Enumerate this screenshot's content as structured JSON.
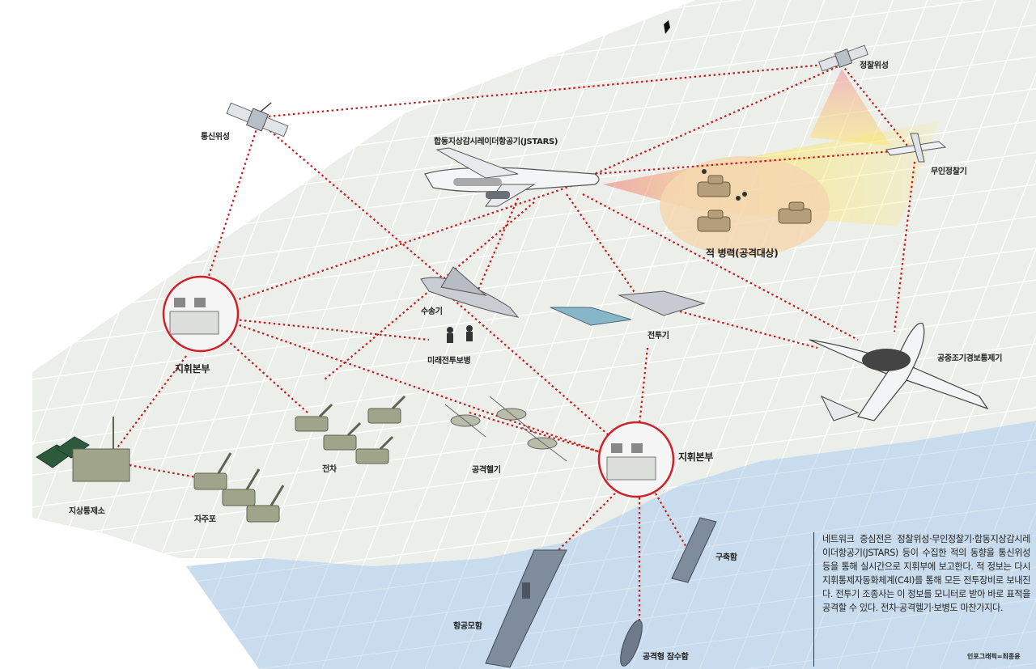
{
  "labels": {
    "recon_satellite": "정찰위성",
    "comm_satellite": "통신위성",
    "jstars": "합동지상감시레이더항공기(JSTARS)",
    "uav": "무인정찰기",
    "enemy_forces": "적 병력(공격대상)",
    "transport": "수송기",
    "fighter": "전투기",
    "future_soldier": "미래전투보병",
    "awacs": "공중조기경보통제기",
    "hq_left": "지휘본부",
    "hq_right": "지휘본부",
    "tank": "전차",
    "attack_heli": "공격헬기",
    "ground_station": "지상통제소",
    "sp_artillery": "자주포",
    "destroyer": "구축함",
    "carrier": "항공모함",
    "submarine": "공격형 잠수함"
  },
  "caption": {
    "text": "네트워크 중심전은 정찰위성·무인정찰기·합동지상감시레이더항공기(JSTARS) 등이 수집한 적의 동향을 통신위성 등을 통해 실시간으로 지휘부에 보고한다. 적 정보는 다시 지휘통제자동화체계(C4I)를 통해 모든 전투장비로 보내진다. 전투기 조종사는 이 정보를 모니터로 받아 바로 표적을 공격할 수 있다. 전차·공격헬기·보병도 마찬가지다.",
    "credit": "인포그래픽=최종윤"
  },
  "colors": {
    "link": "#cc1a1a",
    "ground": "#eceeea",
    "grid": "#ffffff",
    "sea": "#c9dced",
    "equipment": "#9fa48a",
    "hq_ring": "#d2202a"
  }
}
